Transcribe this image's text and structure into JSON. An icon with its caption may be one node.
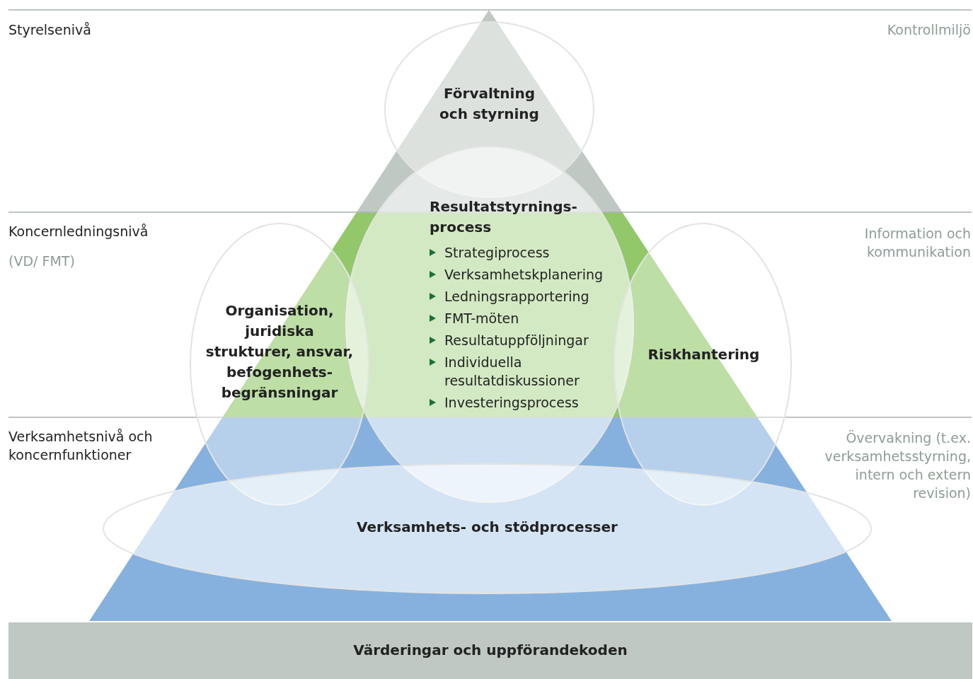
{
  "diagram": {
    "nodes": [
      {
        "text": [
          "Förvaltning och styrning"
        ]
      },
      {
        "text": [
          "Resultatstyrnings- process",
          "Strategiprocess",
          "Verksamhetskplanering",
          "Ledningsrapportering",
          "FMT-möten",
          "Resultatuppföljningar",
          "Individuella resultatdiskussioner",
          "Investeringsprocess"
        ]
      },
      {
        "text": [
          "Organisation, juridiska strukturer, ansvar, befogenhets- begränsningar"
        ]
      },
      {
        "text": [
          "Riskhantering"
        ]
      },
      {
        "text": [
          "Verksamhets- och stödprocesser"
        ]
      },
      {
        "text": [
          "Värderingar och uppförandekoden"
        ]
      }
    ],
    "labels": [
      "Styrelsenivå",
      "Kontrollmiljö",
      "Koncernledningsnivå",
      "Information och kommunikation",
      "(VD/ FMT)",
      "Verksamhetsnivå och koncernfunktioner",
      "Övervakning (t.ex. verksamhetsstyrning, intern och extern revision)"
    ]
  }
}
